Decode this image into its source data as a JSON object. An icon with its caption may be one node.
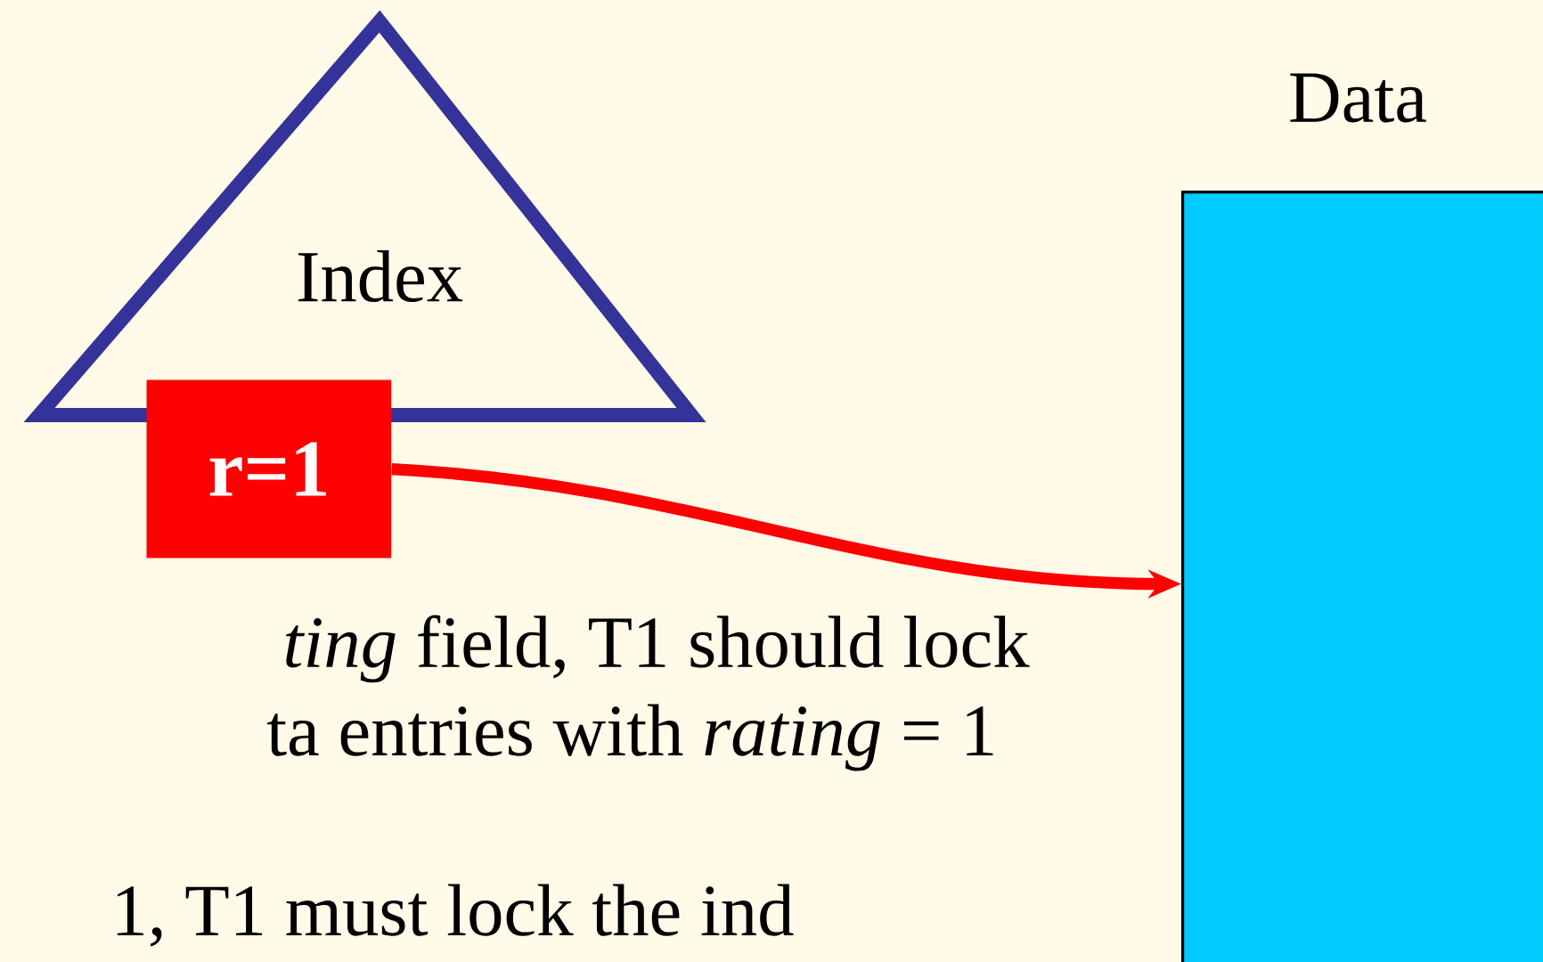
{
  "diagram": {
    "nodes": [
      {
        "text": [
          "Index"
        ]
      },
      {
        "text": [
          "r=1"
        ]
      },
      {
        "text": [
          "Data"
        ]
      }
    ],
    "edges": [
      {
        "from": 1,
        "to": 2,
        "arrow": "to",
        "color": "#ff0000"
      }
    ],
    "labels": [
      "*ting* field, T1 should lock",
      "ta entries with *rating* = 1",
      "1, T1 must lock the ind"
    ]
  }
}
